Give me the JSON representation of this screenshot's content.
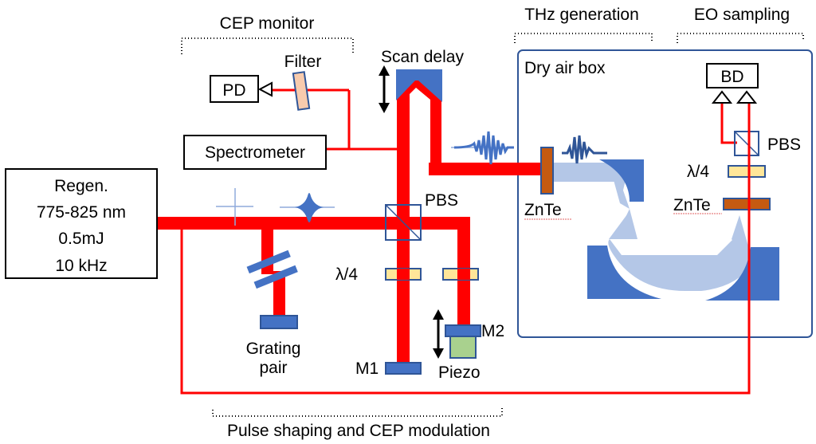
{
  "section_labels": {
    "cep_monitor": "CEP monitor",
    "thz_generation": "THz generation",
    "eo_sampling": "EO sampling",
    "pulse_shaping": "Pulse shaping and CEP modulation"
  },
  "laser": {
    "line1": "Regen.",
    "line2": "775-825 nm",
    "line3": "0.5mJ",
    "line4": "10 kHz"
  },
  "components": {
    "pd": "PD",
    "filter": "Filter",
    "spectrometer": "Spectrometer",
    "scan_delay": "Scan delay",
    "pbs_main": "PBS",
    "lambda4_left": "λ/4",
    "m1": "M1",
    "m2": "M2",
    "piezo": "Piezo",
    "grating": "Grating",
    "grating_pair": "pair",
    "dry_air_box": "Dry air box",
    "znte_gen": "ZnTe",
    "bd": "BD",
    "pbs_eo": "PBS",
    "lambda4_eo": "λ/4",
    "znte_eo": "ZnTe"
  },
  "colors": {
    "beam": "#ff0000",
    "optic_blue": "#4472c4",
    "thz_beam": "#b4c7e7",
    "waveplate": "#ffe699",
    "znte": "#c55a11",
    "filter": "#f8cbad",
    "piezo": "#a9d18e"
  }
}
